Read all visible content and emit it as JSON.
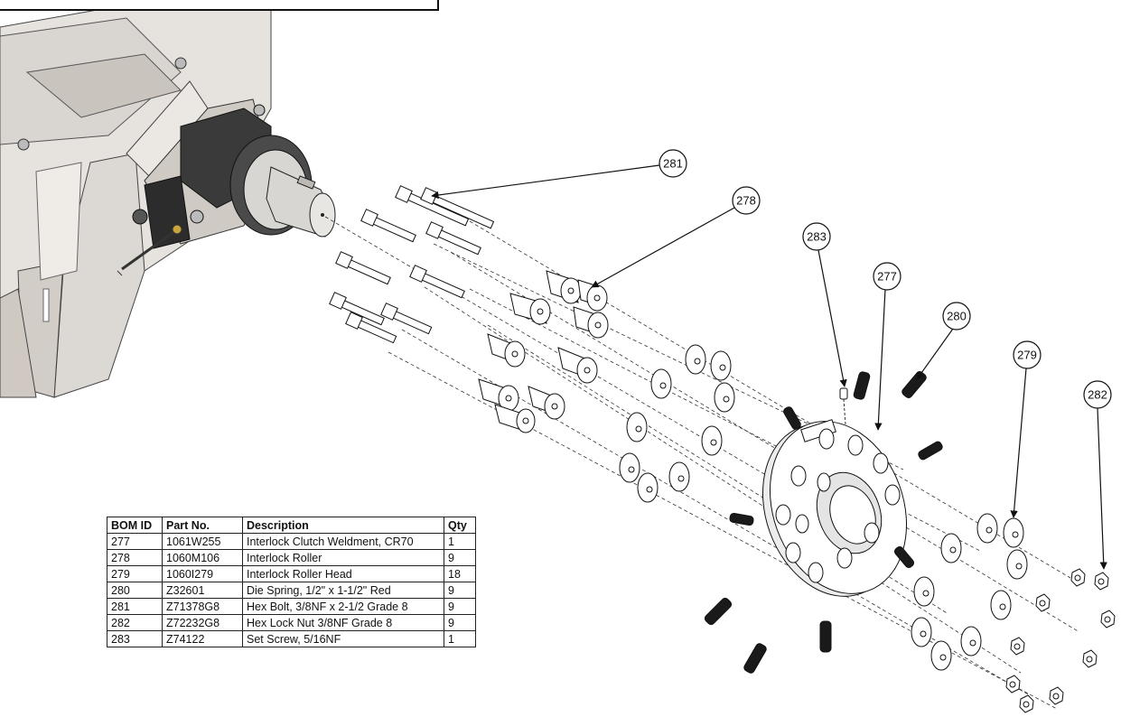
{
  "callouts": [
    {
      "id": "281",
      "label": "281"
    },
    {
      "id": "278",
      "label": "278"
    },
    {
      "id": "283",
      "label": "283"
    },
    {
      "id": "277",
      "label": "277"
    },
    {
      "id": "280",
      "label": "280"
    },
    {
      "id": "279",
      "label": "279"
    },
    {
      "id": "282",
      "label": "282"
    }
  ],
  "bom": {
    "headers": [
      "BOM ID",
      "Part No.",
      "Description",
      "Qty"
    ],
    "rows": [
      [
        "277",
        "1061W255",
        "Interlock Clutch Weldment, CR70",
        "1"
      ],
      [
        "278",
        "1060M106",
        "Interlock Roller",
        "9"
      ],
      [
        "279",
        "1060I279",
        "Interlock Roller Head",
        "18"
      ],
      [
        "280",
        "Z32601",
        "Die Spring, 1/2\" x 1-1/2\" Red",
        "9"
      ],
      [
        "281",
        "Z71378G8",
        "Hex Bolt, 3/8NF x 2-1/2 Grade 8",
        "9"
      ],
      [
        "282",
        "Z72232G8",
        "Hex Lock Nut 3/8NF Grade 8",
        "9"
      ],
      [
        "283",
        "Z74122",
        "Set Screw, 5/16NF",
        "1"
      ]
    ]
  },
  "colors": {
    "line": "#111111",
    "frame_fill": "#e6e3df",
    "frame_shadow": "#bdb8b2",
    "housing_fill": "#3a3a3a",
    "shaft_fill": "#d8d6d2",
    "part_fill": "#ffffff",
    "spring_fill": "#1a1a1a"
  }
}
